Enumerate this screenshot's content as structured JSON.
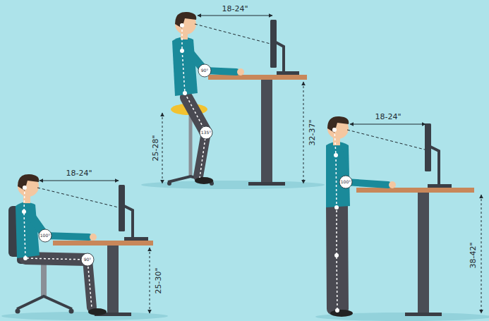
{
  "diagram": {
    "labels": [
      "18-24\"",
      "90°",
      "135°",
      "25-28\"",
      "32-37\"",
      "18-24\"",
      "100°",
      "90°",
      "25-30\"",
      "18-24\"",
      "100°",
      "38-42\""
    ]
  }
}
